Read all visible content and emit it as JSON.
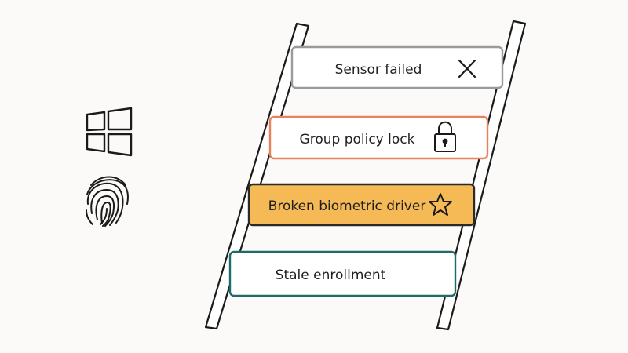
{
  "diagram": {
    "side_icons": [
      {
        "name": "windows-logo-icon"
      },
      {
        "name": "fingerprint-icon"
      }
    ],
    "rungs": [
      {
        "label": "Sensor failed",
        "icon": "close-icon",
        "border": "#9a9a9a",
        "fill": "#ffffff"
      },
      {
        "label": "Group policy lock",
        "icon": "lock-icon",
        "border": "#e8825a",
        "fill": "#ffffff"
      },
      {
        "label": "Broken biometric driver",
        "icon": "star-icon",
        "border": "#2a2a2a",
        "fill": "#f5b955"
      },
      {
        "label": "Stale enrollment",
        "icon": "",
        "border": "#1f6b68",
        "fill": "#ffffff"
      }
    ]
  }
}
